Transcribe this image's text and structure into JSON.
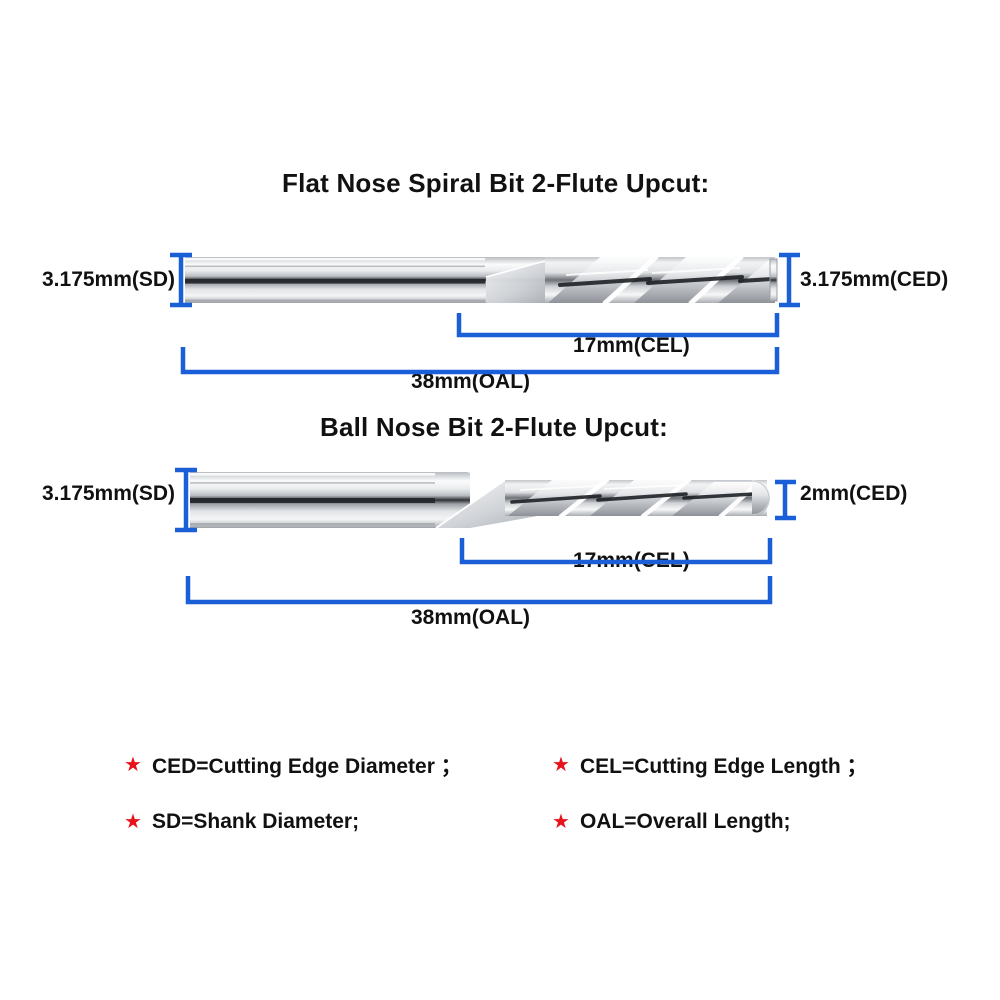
{
  "page": {
    "background": "#ffffff",
    "accent_blue": "#1a5fd8",
    "star_red": "#e8121b"
  },
  "bits": [
    {
      "id": "flat-nose",
      "title": "Flat Nose Spiral Bit 2-Flute Upcut:",
      "nose_type": "flat",
      "flutes": 2,
      "shank_label": "3.175mm(SD)",
      "tip_label": "3.175mm(CED)",
      "cel_label": "17mm(CEL)",
      "oal_label": "38mm(OAL)",
      "shank_diameter_mm": 3.175,
      "cutting_edge_diameter_mm": 3.175,
      "cutting_edge_length_mm": 17,
      "overall_length_mm": 38
    },
    {
      "id": "ball-nose",
      "title": "Ball Nose Bit 2-Flute Upcut:",
      "nose_type": "ball",
      "flutes": 2,
      "shank_label": "3.175mm(SD)",
      "tip_label": "2mm(CED)",
      "cel_label": "17mm(CEL)",
      "oal_label": "38mm(OAL)",
      "shank_diameter_mm": 3.175,
      "cutting_edge_diameter_mm": 2,
      "cutting_edge_length_mm": 17,
      "overall_length_mm": 38
    }
  ],
  "legend": {
    "items": [
      {
        "bullet": "star-icon",
        "text": "CED=Cutting Edge Diameter ；"
      },
      {
        "bullet": "star-icon",
        "text": "CEL=Cutting Edge Length ；"
      },
      {
        "bullet": "star-icon",
        "text": "SD=Shank Diameter;"
      },
      {
        "bullet": "star-icon",
        "text": "OAL=Overall Length;"
      }
    ]
  }
}
